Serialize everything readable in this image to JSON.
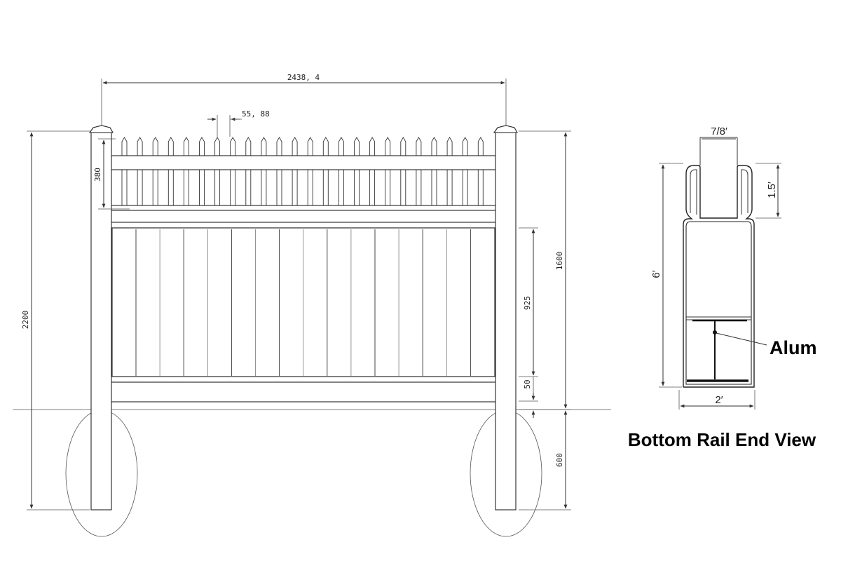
{
  "fence_elevation": {
    "overall_width": "2438, 4",
    "picket_spacing": "55, 88",
    "lattice_height": "380",
    "total_post_height": "2200",
    "fence_height": "1600",
    "board_panel_height": "925",
    "bottom_rail_height": "50",
    "ground_depth": "600"
  },
  "rail_section": {
    "top_width": "7/8′",
    "top_height": "1.5′",
    "overall_height": "6′",
    "bottom_width": "2′",
    "insert_label": "Alum",
    "caption": "Bottom Rail End View"
  }
}
